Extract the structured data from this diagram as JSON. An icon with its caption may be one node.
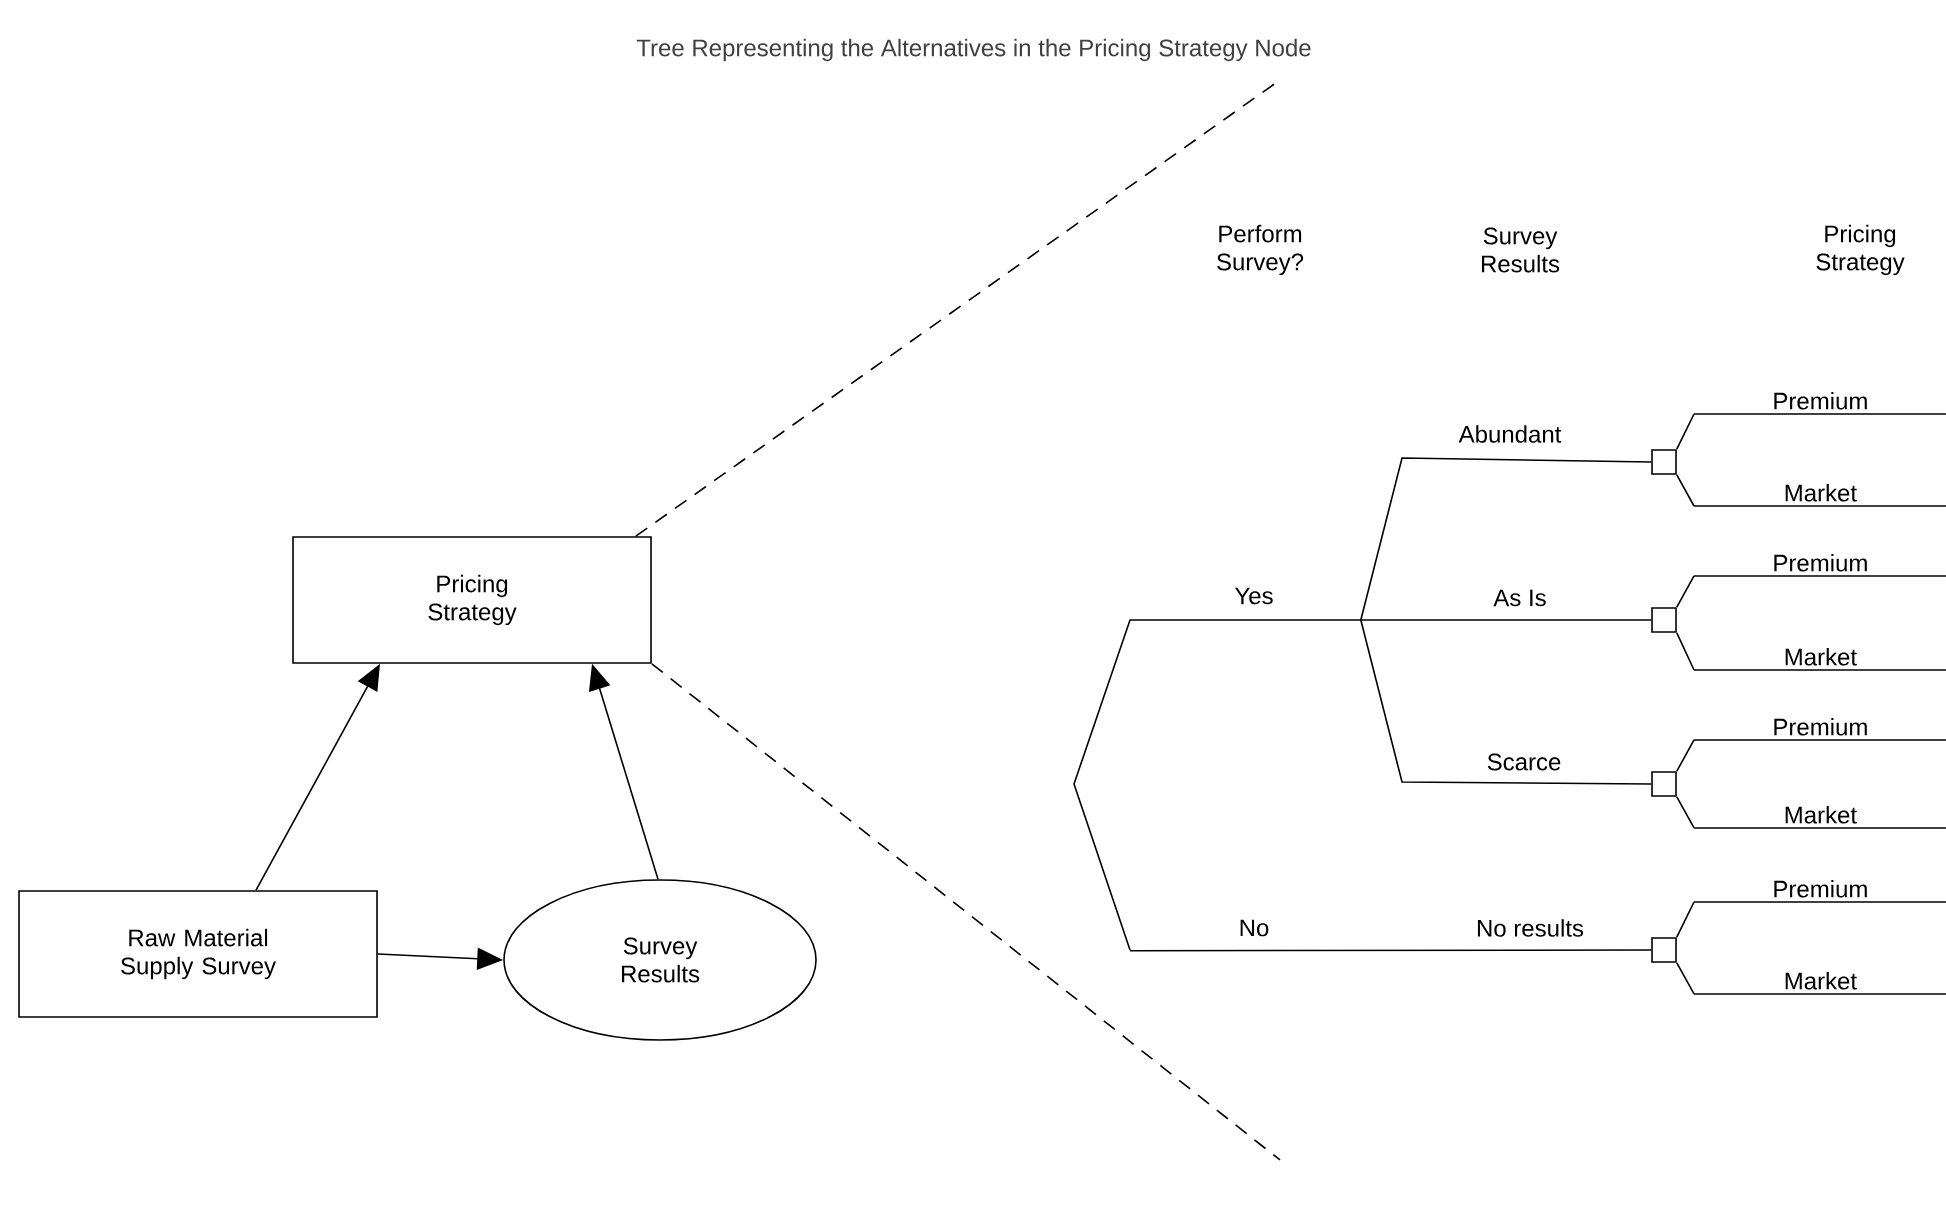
{
  "diagram": {
    "title": "Tree Representing the Alternatives in the Pricing Strategy Node",
    "nodes": [
      {
        "text": [
          "Pricing Strategy"
        ]
      },
      {
        "text": [
          "Raw Material Supply Survey"
        ]
      },
      {
        "text": [
          "Survey Results"
        ]
      },
      {
        "text": [],
        "shape": "box"
      },
      {
        "text": [],
        "shape": "box"
      },
      {
        "text": [],
        "shape": "box"
      },
      {
        "text": [],
        "shape": "box"
      },
      {
        "text": [
          "Premium"
        ]
      },
      {
        "text": [
          "Market"
        ]
      },
      {
        "text": [
          "Premium"
        ]
      },
      {
        "text": [
          "Market"
        ]
      },
      {
        "text": [
          "Premium"
        ]
      },
      {
        "text": [
          "Market"
        ]
      },
      {
        "text": [
          "Premium"
        ]
      },
      {
        "text": [
          "Market"
        ]
      },
      {
        "text": [],
        "shape": "picture"
      }
    ],
    "edges": [
      {
        "from": 1,
        "to": 0,
        "arrow": "to"
      },
      {
        "from": 2,
        "to": 0,
        "arrow": "to"
      },
      {
        "from": 1,
        "to": 2,
        "arrow": "to"
      },
      {
        "from": 0,
        "to": null,
        "arrow": "none",
        "style": "dashed"
      },
      {
        "from": 0,
        "to": null,
        "arrow": "none",
        "style": "dashed"
      },
      {
        "from": 15,
        "to": 3,
        "arrow": "none",
        "label": "Abundant"
      },
      {
        "from": 15,
        "to": 4,
        "arrow": "none",
        "label": "As Is"
      },
      {
        "from": 15,
        "to": 5,
        "arrow": "none",
        "label": "Scarce"
      },
      {
        "from": 15,
        "to": 6,
        "arrow": "none",
        "label": "No results"
      },
      {
        "from": 3,
        "to": 7,
        "arrow": "none"
      },
      {
        "from": 3,
        "to": 8,
        "arrow": "none"
      },
      {
        "from": 4,
        "to": 9,
        "arrow": "none"
      },
      {
        "from": 4,
        "to": 10,
        "arrow": "none"
      },
      {
        "from": 5,
        "to": 11,
        "arrow": "none"
      },
      {
        "from": 5,
        "to": 12,
        "arrow": "none"
      },
      {
        "from": 6,
        "to": 13,
        "arrow": "none"
      },
      {
        "from": 6,
        "to": 14,
        "arrow": "none"
      }
    ],
    "labels": [
      "Perform Survey?",
      "Survey Results",
      "Pricing Strategy",
      "Yes",
      "No"
    ]
  }
}
